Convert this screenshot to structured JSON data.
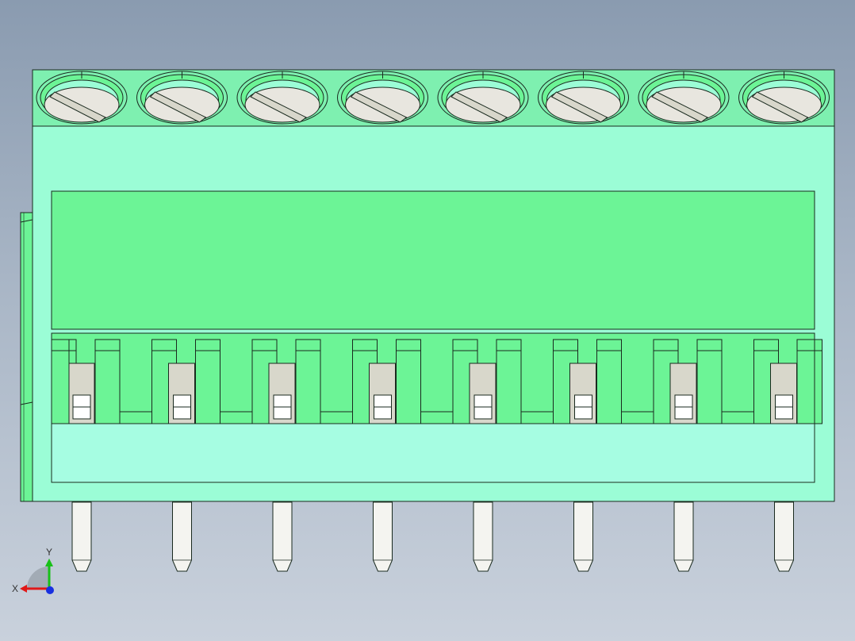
{
  "model": {
    "terminal_count": 8,
    "colors": {
      "background_top": "#8a9bb0",
      "background_bottom": "#c9d1dc",
      "housing_light": "#9bfdd6",
      "housing_mid": "#6cf496",
      "housing_top_strip": "#7ef0b0",
      "housing_bottom_strip": "#a6fde2",
      "screw_face": "#e8e6df",
      "clamp_metal": "#d8d7cb",
      "pin": "#f4f4f0",
      "edge": "#1a2a1f"
    },
    "icons": [
      "screw-icon",
      "pin-icon",
      "clamp-icon"
    ]
  },
  "axis_triad": {
    "x_label": "X",
    "y_label": "Y",
    "x_color": "#e01818",
    "y_color": "#18c018",
    "z_color": "#1830e0"
  }
}
